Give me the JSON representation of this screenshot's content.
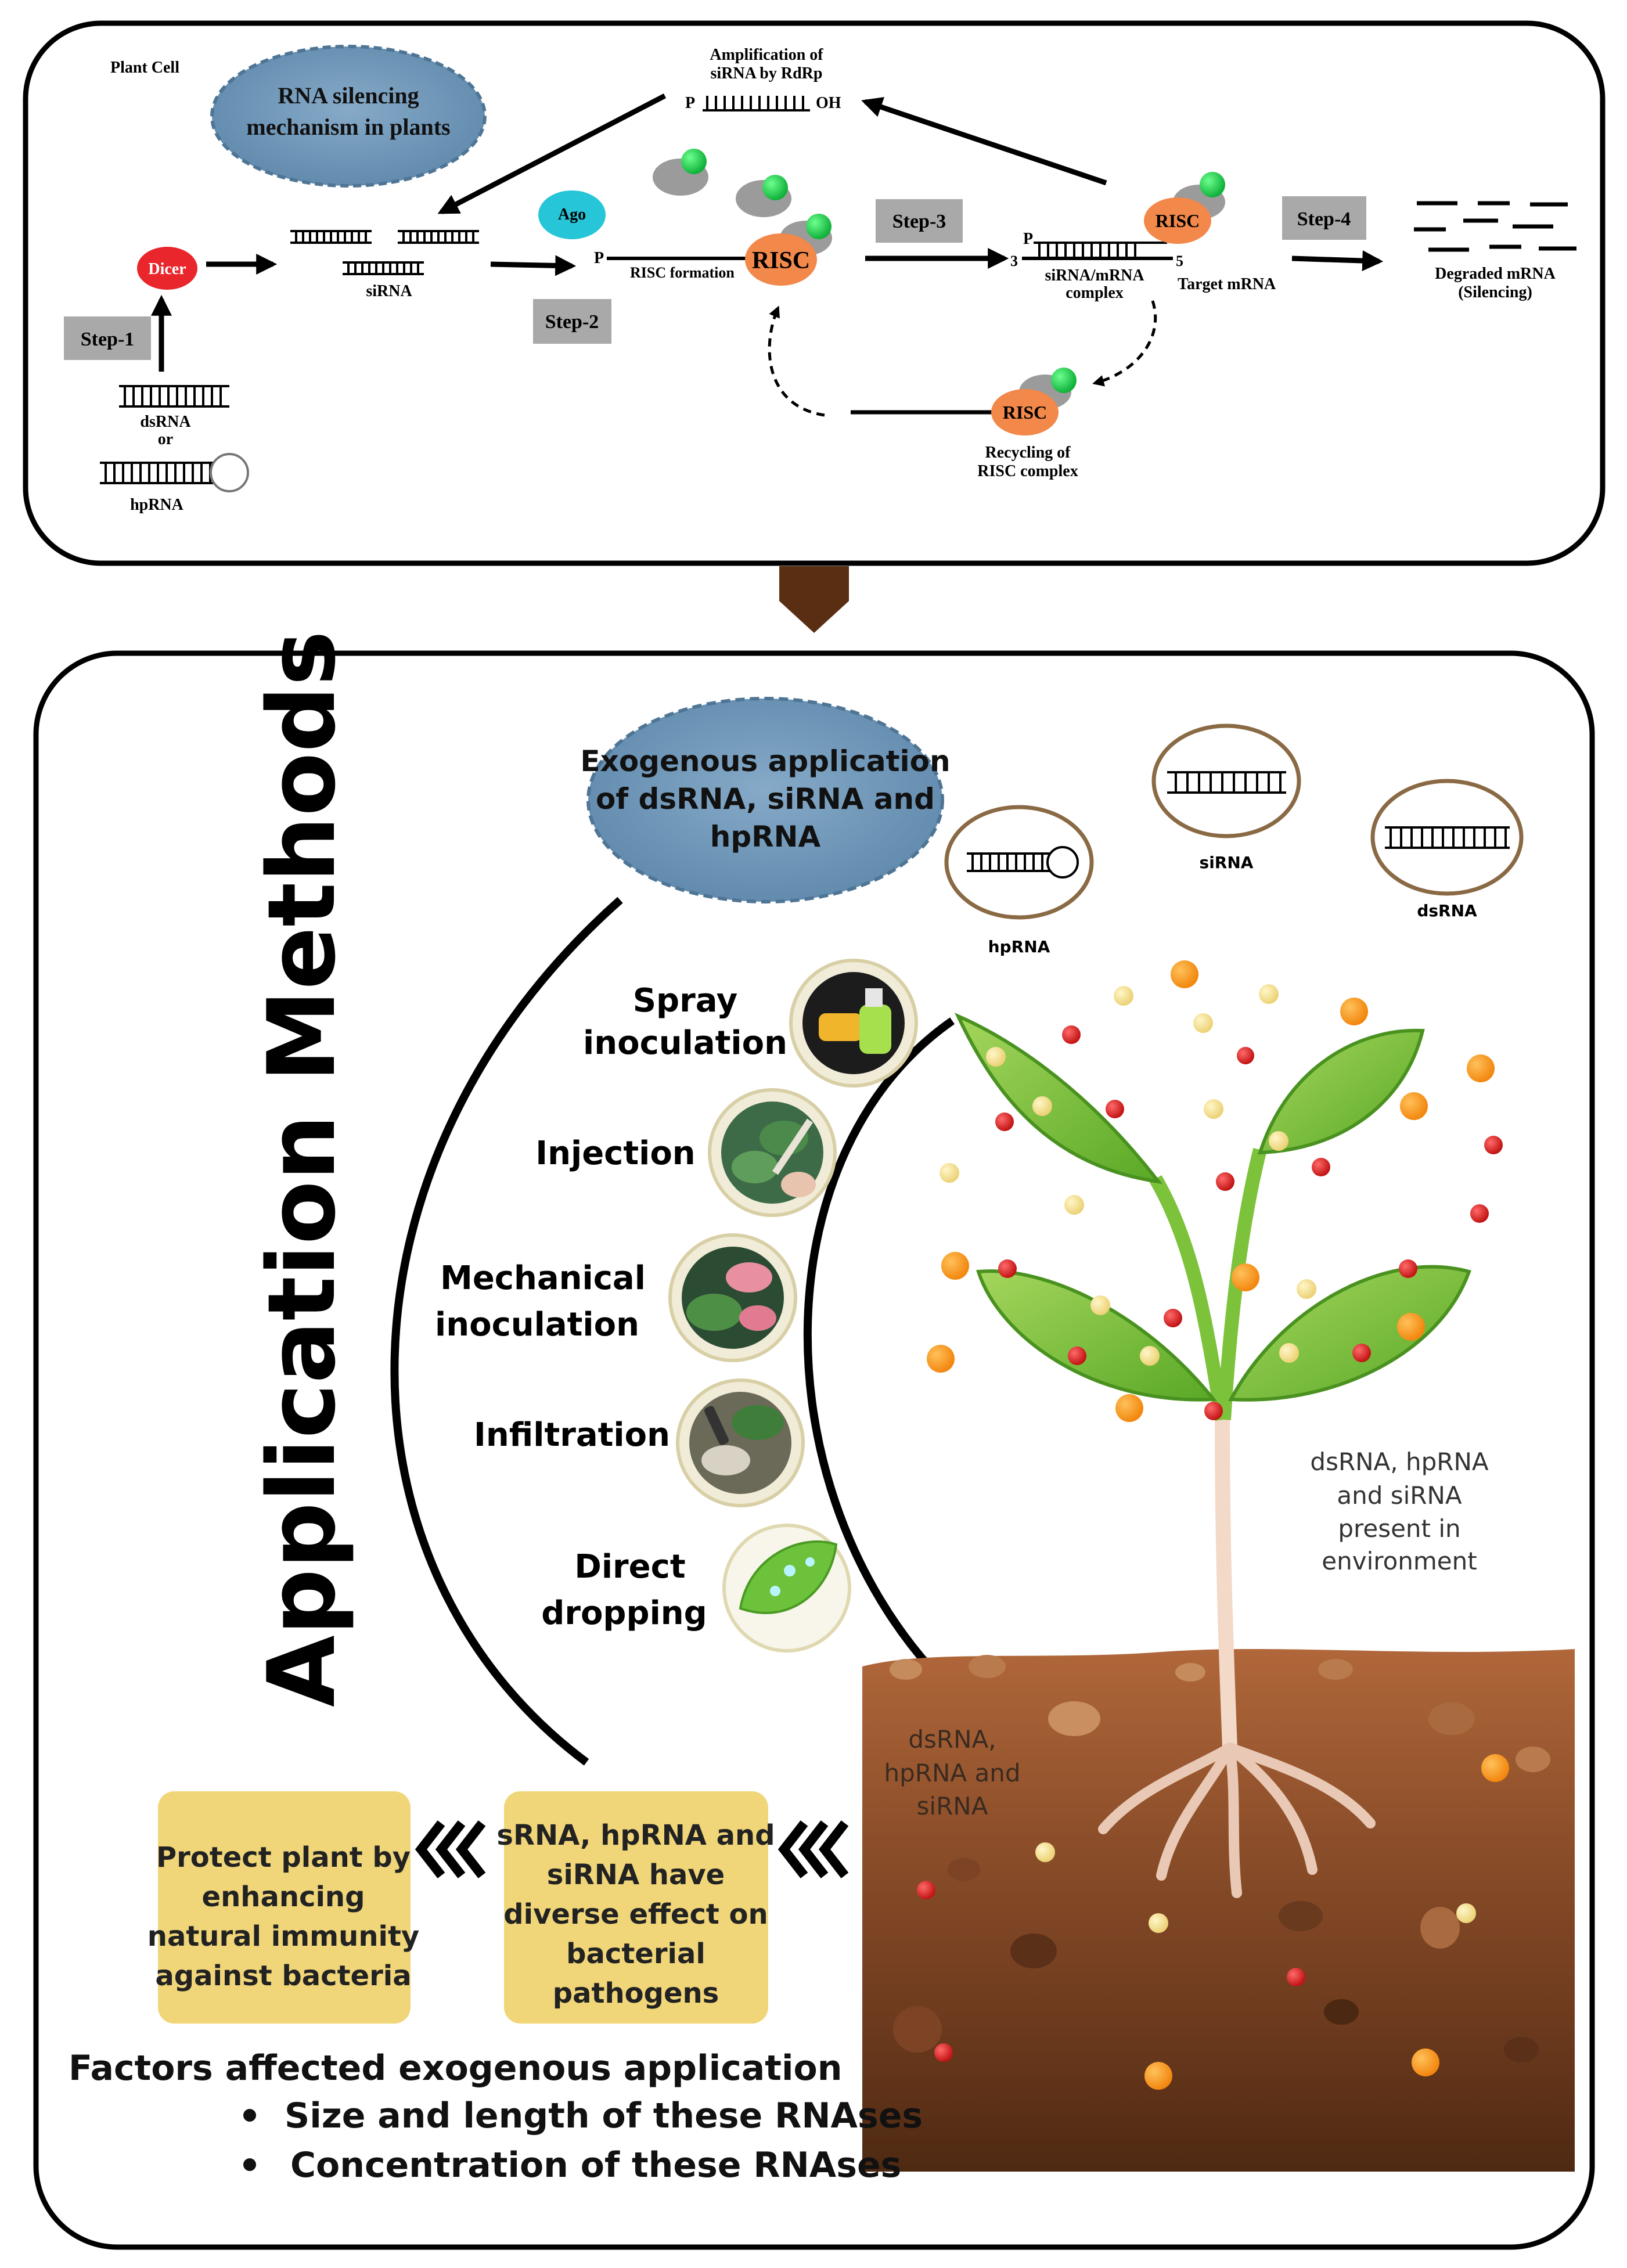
{
  "top_panel": {
    "corner_label": "Plant Cell",
    "title_line1": "RNA silencing",
    "title_line2": "mechanism in plants",
    "amplification_line1": "Amplification of",
    "amplification_line2": "siRNA by RdRp",
    "p_label": "P",
    "oh_label": "OH",
    "dicer": "Dicer",
    "step1": "Step-1",
    "step2": "Step-2",
    "step3": "Step-3",
    "step4": "Step-4",
    "dsrna": "dsRNA",
    "or": "or",
    "hprna": "hpRNA",
    "sirna": "siRNA",
    "ago": "Ago",
    "risc_formation": "RISC formation",
    "risc": "RISC",
    "complex_line1": "siRNA/mRNA",
    "complex_line2": "complex",
    "three_prime": "3",
    "five_prime": "5",
    "target_mrna": "Target mRNA",
    "degraded_line1": "Degraded mRNA",
    "degraded_line2": "(Silencing)",
    "recycling_line1": "Recycling of",
    "recycling_line2": "RISC complex"
  },
  "bottom_panel": {
    "side_title": "Application Methods",
    "cloud_line1": "Exogenous application",
    "cloud_line2": "of dsRNA, siRNA and",
    "cloud_line3": "hpRNA",
    "vesicle_hprna": "hpRNA",
    "vesicle_sirna": "siRNA",
    "vesicle_dsrna": "dsRNA",
    "methods": [
      {
        "line1": "Spray",
        "line2": "inoculation",
        "icon": "spray-bottle-icon"
      },
      {
        "line1": "Injection",
        "line2": "",
        "icon": "syringe-icon"
      },
      {
        "line1": "Mechanical",
        "line2": "inoculation",
        "icon": "gloved-hand-icon"
      },
      {
        "line1": "Infiltration",
        "line2": "",
        "icon": "infiltration-icon"
      },
      {
        "line1": "Direct",
        "line2": "dropping",
        "icon": "droplet-leaf-icon"
      }
    ],
    "environment_line1": "dsRNA, hpRNA",
    "environment_line2": "and siRNA",
    "environment_line3": "present in",
    "environment_line4": "environment",
    "soil_line1": "dsRNA,",
    "soil_line2": "hpRNA and",
    "soil_line3": "siRNA",
    "box_effect": [
      "sRNA, hpRNA and",
      "siRNA have",
      "diverse effect on",
      "bacterial",
      "pathogens"
    ],
    "box_protect": [
      "Protect plant by",
      "enhancing",
      "natural immunity",
      "against bacteria"
    ],
    "factors_title": "Factors affected exogenous application",
    "factors": [
      "Size and length of these RNAses",
      "Concentration of these RNAses"
    ]
  },
  "colors": {
    "cloud_blue": "#6f97b9",
    "dicer_red": "#e8262b",
    "ago_cyan": "#26c5d8",
    "risc_orange": "#f2884a",
    "step_gray": "#a9a9a9",
    "box_yellow": "#f0d679",
    "leaf_green": "#7dc23a",
    "soil_brown": "#8a4f2c",
    "connector_brown": "#5a2e12"
  }
}
